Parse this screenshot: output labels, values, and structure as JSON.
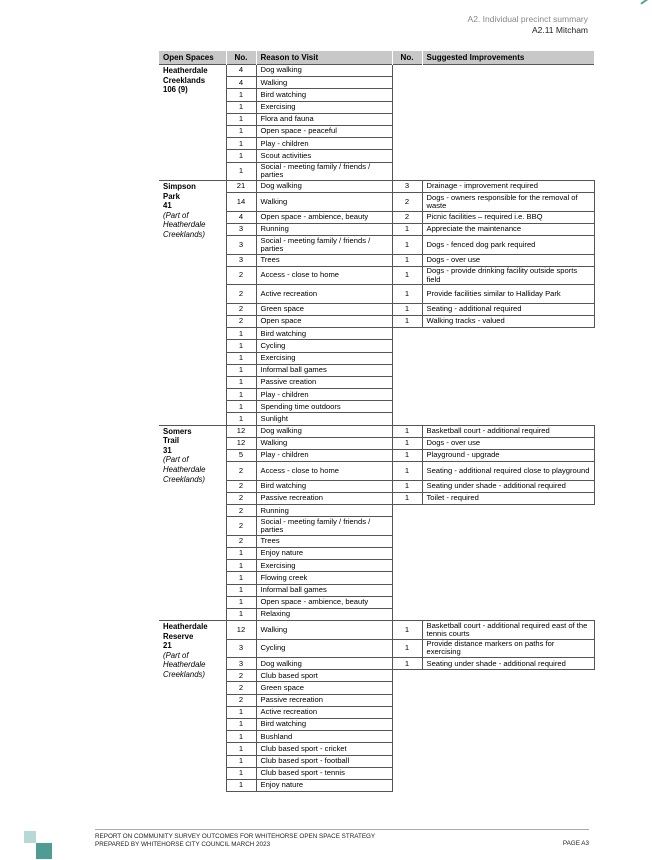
{
  "header": {
    "section": "A2. Individual precinct summary",
    "subsection": "A2.11 Mitcham"
  },
  "table": {
    "columns": [
      "Open Spaces",
      "No.",
      "Reason to Visit",
      "No.",
      "Suggested Improvements"
    ],
    "groups": [
      {
        "name": [
          "Heatherdale",
          "Creeklands",
          "106 (9)"
        ],
        "note": [],
        "rows": [
          {
            "n": "4",
            "reason": "Dog walking",
            "n2": "",
            "imp": ""
          },
          {
            "n": "4",
            "reason": "Walking",
            "n2": "",
            "imp": ""
          },
          {
            "n": "1",
            "reason": "Bird watching",
            "n2": "",
            "imp": ""
          },
          {
            "n": "1",
            "reason": "Exercising",
            "n2": "",
            "imp": ""
          },
          {
            "n": "1",
            "reason": "Flora and fauna",
            "n2": "",
            "imp": ""
          },
          {
            "n": "1",
            "reason": "Open space - peaceful",
            "n2": "",
            "imp": ""
          },
          {
            "n": "1",
            "reason": "Play - children",
            "n2": "",
            "imp": ""
          },
          {
            "n": "1",
            "reason": "Scout activities",
            "n2": "",
            "imp": ""
          },
          {
            "n": "1",
            "reason": "Social - meeting family / friends / parties",
            "n2": "",
            "imp": ""
          }
        ]
      },
      {
        "name": [
          "Simpson",
          "Park",
          "41"
        ],
        "note": [
          "(Part of",
          "Heatherdale",
          "Creeklands)"
        ],
        "rows": [
          {
            "n": "21",
            "reason": "Dog walking",
            "n2": "3",
            "imp": "Drainage - improvement required"
          },
          {
            "n": "14",
            "reason": "Walking",
            "n2": "2",
            "imp": "Dogs - owners responsible for the removal of waste"
          },
          {
            "n": "4",
            "reason": "Open space - ambience, beauty",
            "n2": "2",
            "imp": "Picnic facilities – required i.e. BBQ"
          },
          {
            "n": "3",
            "reason": "Running",
            "n2": "1",
            "imp": "Appreciate the maintenance"
          },
          {
            "n": "3",
            "reason": "Social - meeting family / friends / parties",
            "n2": "1",
            "imp": "Dogs - fenced dog park required"
          },
          {
            "n": "3",
            "reason": "Trees",
            "n2": "1",
            "imp": "Dogs - over use"
          },
          {
            "n": "2",
            "reason": "Access - close to home",
            "n2": "1",
            "imp": "Dogs - provide drinking facility outside sports field"
          },
          {
            "n": "2",
            "reason": "Active recreation",
            "n2": "1",
            "imp": "Provide facilities similar to Halliday Park"
          },
          {
            "n": "2",
            "reason": "Green space",
            "n2": "1",
            "imp": "Seating - additional required"
          },
          {
            "n": "2",
            "reason": "Open space",
            "n2": "1",
            "imp": "Walking tracks - valued"
          },
          {
            "n": "1",
            "reason": "Bird watching",
            "n2": "",
            "imp": ""
          },
          {
            "n": "1",
            "reason": "Cycling",
            "n2": "",
            "imp": ""
          },
          {
            "n": "1",
            "reason": "Exercising",
            "n2": "",
            "imp": ""
          },
          {
            "n": "1",
            "reason": "Informal ball games",
            "n2": "",
            "imp": ""
          },
          {
            "n": "1",
            "reason": "Passive creation",
            "n2": "",
            "imp": ""
          },
          {
            "n": "1",
            "reason": "Play - children",
            "n2": "",
            "imp": ""
          },
          {
            "n": "1",
            "reason": "Spending time outdoors",
            "n2": "",
            "imp": ""
          },
          {
            "n": "1",
            "reason": "Sunlight",
            "n2": "",
            "imp": ""
          }
        ]
      },
      {
        "name": [
          "Somers",
          "Trail",
          "31"
        ],
        "note": [
          "(Part of",
          "Heatherdale",
          "Creeklands)"
        ],
        "rows": [
          {
            "n": "12",
            "reason": "Dog walking",
            "n2": "1",
            "imp": "Basketball court - additional required"
          },
          {
            "n": "12",
            "reason": "Walking",
            "n2": "1",
            "imp": "Dogs - over use"
          },
          {
            "n": "5",
            "reason": "Play - children",
            "n2": "1",
            "imp": "Playground - upgrade"
          },
          {
            "n": "2",
            "reason": "Access - close to home",
            "n2": "1",
            "imp": "Seating - additional required close to playground"
          },
          {
            "n": "2",
            "reason": "Bird watching",
            "n2": "1",
            "imp": "Seating under shade - additional required"
          },
          {
            "n": "2",
            "reason": "Passive recreation",
            "n2": "1",
            "imp": "Toilet - required"
          },
          {
            "n": "2",
            "reason": "Running",
            "n2": "",
            "imp": ""
          },
          {
            "n": "2",
            "reason": "Social - meeting family / friends / parties",
            "n2": "",
            "imp": ""
          },
          {
            "n": "2",
            "reason": "Trees",
            "n2": "",
            "imp": ""
          },
          {
            "n": "1",
            "reason": "Enjoy nature",
            "n2": "",
            "imp": ""
          },
          {
            "n": "1",
            "reason": "Exercising",
            "n2": "",
            "imp": ""
          },
          {
            "n": "1",
            "reason": "Flowing creek",
            "n2": "",
            "imp": ""
          },
          {
            "n": "1",
            "reason": "Informal ball games",
            "n2": "",
            "imp": ""
          },
          {
            "n": "1",
            "reason": "Open space - ambience, beauty",
            "n2": "",
            "imp": ""
          },
          {
            "n": "1",
            "reason": "Relaxing",
            "n2": "",
            "imp": ""
          }
        ]
      },
      {
        "name": [
          "Heatherdale",
          "Reserve",
          "21"
        ],
        "note": [
          "(Part of",
          "Heatherdale",
          "Creeklands)"
        ],
        "rows": [
          {
            "n": "12",
            "reason": "Walking",
            "n2": "1",
            "imp": "Basketball court - additional required east of the tennis courts"
          },
          {
            "n": "3",
            "reason": "Cycling",
            "n2": "1",
            "imp": "Provide distance markers on paths for exercising"
          },
          {
            "n": "3",
            "reason": "Dog walking",
            "n2": "1",
            "imp": "Seating under shade - additional required"
          },
          {
            "n": "2",
            "reason": "Club based sport",
            "n2": "",
            "imp": ""
          },
          {
            "n": "2",
            "reason": "Green space",
            "n2": "",
            "imp": ""
          },
          {
            "n": "2",
            "reason": "Passive recreation",
            "n2": "",
            "imp": ""
          },
          {
            "n": "1",
            "reason": "Active recreation",
            "n2": "",
            "imp": ""
          },
          {
            "n": "1",
            "reason": "Bird watching",
            "n2": "",
            "imp": ""
          },
          {
            "n": "1",
            "reason": "Bushland",
            "n2": "",
            "imp": ""
          },
          {
            "n": "1",
            "reason": "Club based sport - cricket",
            "n2": "",
            "imp": ""
          },
          {
            "n": "1",
            "reason": "Club based sport - football",
            "n2": "",
            "imp": ""
          },
          {
            "n": "1",
            "reason": "Club based sport - tennis",
            "n2": "",
            "imp": ""
          },
          {
            "n": "1",
            "reason": "Enjoy nature",
            "n2": "",
            "imp": ""
          }
        ]
      }
    ]
  },
  "footer": {
    "line1": "REPORT ON COMMUNITY SURVEY OUTCOMES FOR WHITEHORSE OPEN SPACE STRATEGY",
    "line2": "PREPARED BY WHITEHORSE CITY COUNCIL MARCH 2023",
    "page": "PAGE A3"
  }
}
